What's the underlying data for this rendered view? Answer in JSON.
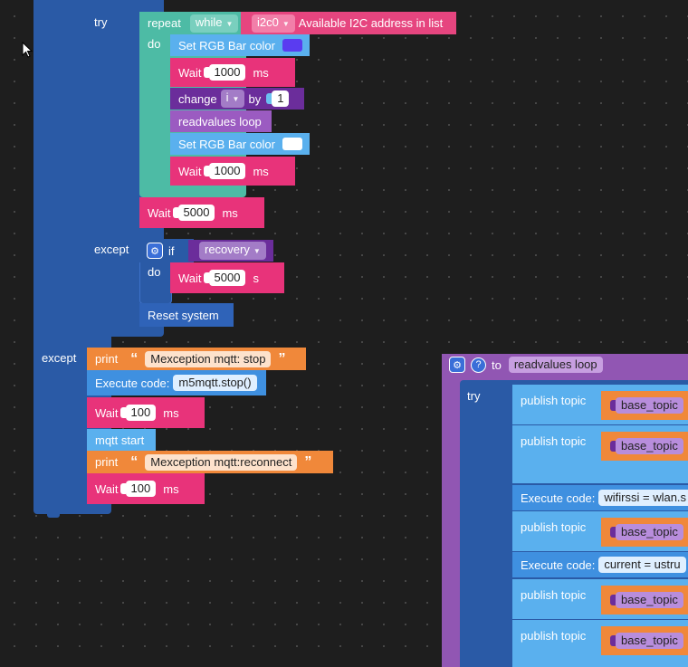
{
  "workspace": {
    "try_label": "try",
    "except_label": "except",
    "do_label": "do",
    "repeat": {
      "label": "repeat",
      "mode": "while",
      "var": "i2c0",
      "condition": "Available I2C address in list"
    },
    "set_rgb_1": {
      "label": "Set RGB Bar color",
      "color": "#5a3cf0"
    },
    "wait_1": {
      "label": "Wait",
      "value": "1000",
      "unit": "ms"
    },
    "change": {
      "label": "change",
      "var": "i",
      "by_label": "by",
      "value": "1"
    },
    "readvalues_call": "readvalues loop",
    "set_rgb_2": {
      "label": "Set RGB Bar color",
      "color": "#ffffff"
    },
    "wait_2": {
      "label": "Wait",
      "value": "1000",
      "unit": "ms"
    },
    "wait_3": {
      "label": "Wait",
      "value": "5000",
      "unit": "ms"
    },
    "if_block": {
      "label": "if",
      "condition": "recovery"
    },
    "wait_4": {
      "label": "Wait",
      "value": "5000",
      "unit": "s"
    },
    "reset": "Reset system",
    "print_1": {
      "label": "print",
      "text": "Mexception mqtt: stop"
    },
    "exec_1": {
      "label": "Execute code:",
      "code": "m5mqtt.stop()"
    },
    "wait_5": {
      "label": "Wait",
      "value": "100",
      "unit": "ms"
    },
    "mqtt_start": "mqtt start",
    "print_2": {
      "label": "print",
      "text": "Mexception mqtt:reconnect"
    },
    "wait_6": {
      "label": "Wait",
      "value": "100",
      "unit": "ms"
    },
    "quote_open": "“",
    "quote_close": "”"
  },
  "function_def": {
    "to_label": "to",
    "name": "readvalues loop",
    "try_label": "try",
    "publish_label": "publish topic",
    "base_topic": "base_topic",
    "exec_label": "Execute code:",
    "exec_code_1": "wifirssi = wlan.s",
    "exec_code_2": "current =  ustru"
  },
  "icons": {
    "gear": "⚙",
    "question": "?",
    "dropdown": "▼",
    "cursor": "mouse-pointer"
  }
}
